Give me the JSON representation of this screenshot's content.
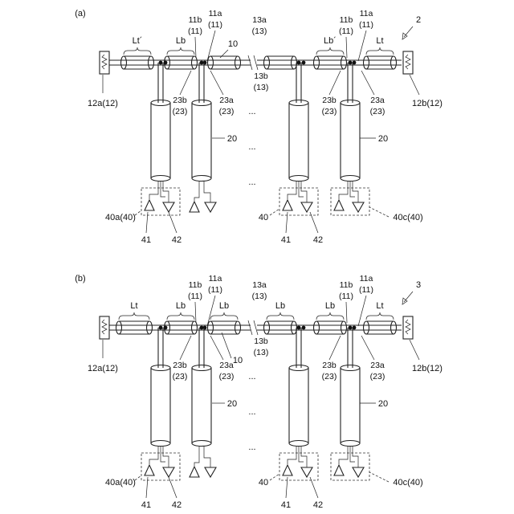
{
  "panels": [
    {
      "id": "a",
      "tag": "(a)",
      "ref": "2",
      "top_cables": [
        "Lt´",
        "Lb",
        "Lb´",
        "Lt"
      ],
      "ctr_line": "10",
      "node_b": [
        "11b",
        "(11)"
      ],
      "node_a": [
        "11a",
        "(11)"
      ],
      "junc_b": [
        "23b",
        "(23)"
      ],
      "junc_a": [
        "23a",
        "(23)"
      ],
      "break_top": [
        "13a",
        "(13)"
      ],
      "break_bot": [
        "13b",
        "(13)"
      ],
      "term_left": "12a(12)",
      "term_right": "12b(12)",
      "drop": "20",
      "mod_left": "40a(40)",
      "mod_mid": "40",
      "mod_right": "40c(40)",
      "port1": "41",
      "port2": "42",
      "ellipsis": "..."
    },
    {
      "id": "b",
      "tag": "(b)",
      "ref": "3",
      "top_cables": [
        "Lt",
        "Lb",
        "Lb",
        "Lb",
        "Lb",
        "Lt"
      ],
      "ctr_line": "10",
      "node_b": [
        "11b",
        "(11)"
      ],
      "node_a": [
        "11a",
        "(11)"
      ],
      "junc_b": [
        "23b",
        "(23)"
      ],
      "junc_a": [
        "23a",
        "(23)"
      ],
      "break_top": [
        "13a",
        "(13)"
      ],
      "break_bot": [
        "13b",
        "(13)"
      ],
      "term_left": "12a(12)",
      "term_right": "12b(12)",
      "drop": "20",
      "mod_left": "40a(40)",
      "mod_mid": "40",
      "mod_right": "40c(40)",
      "port1": "41",
      "port2": "42",
      "ellipsis": "..."
    }
  ]
}
